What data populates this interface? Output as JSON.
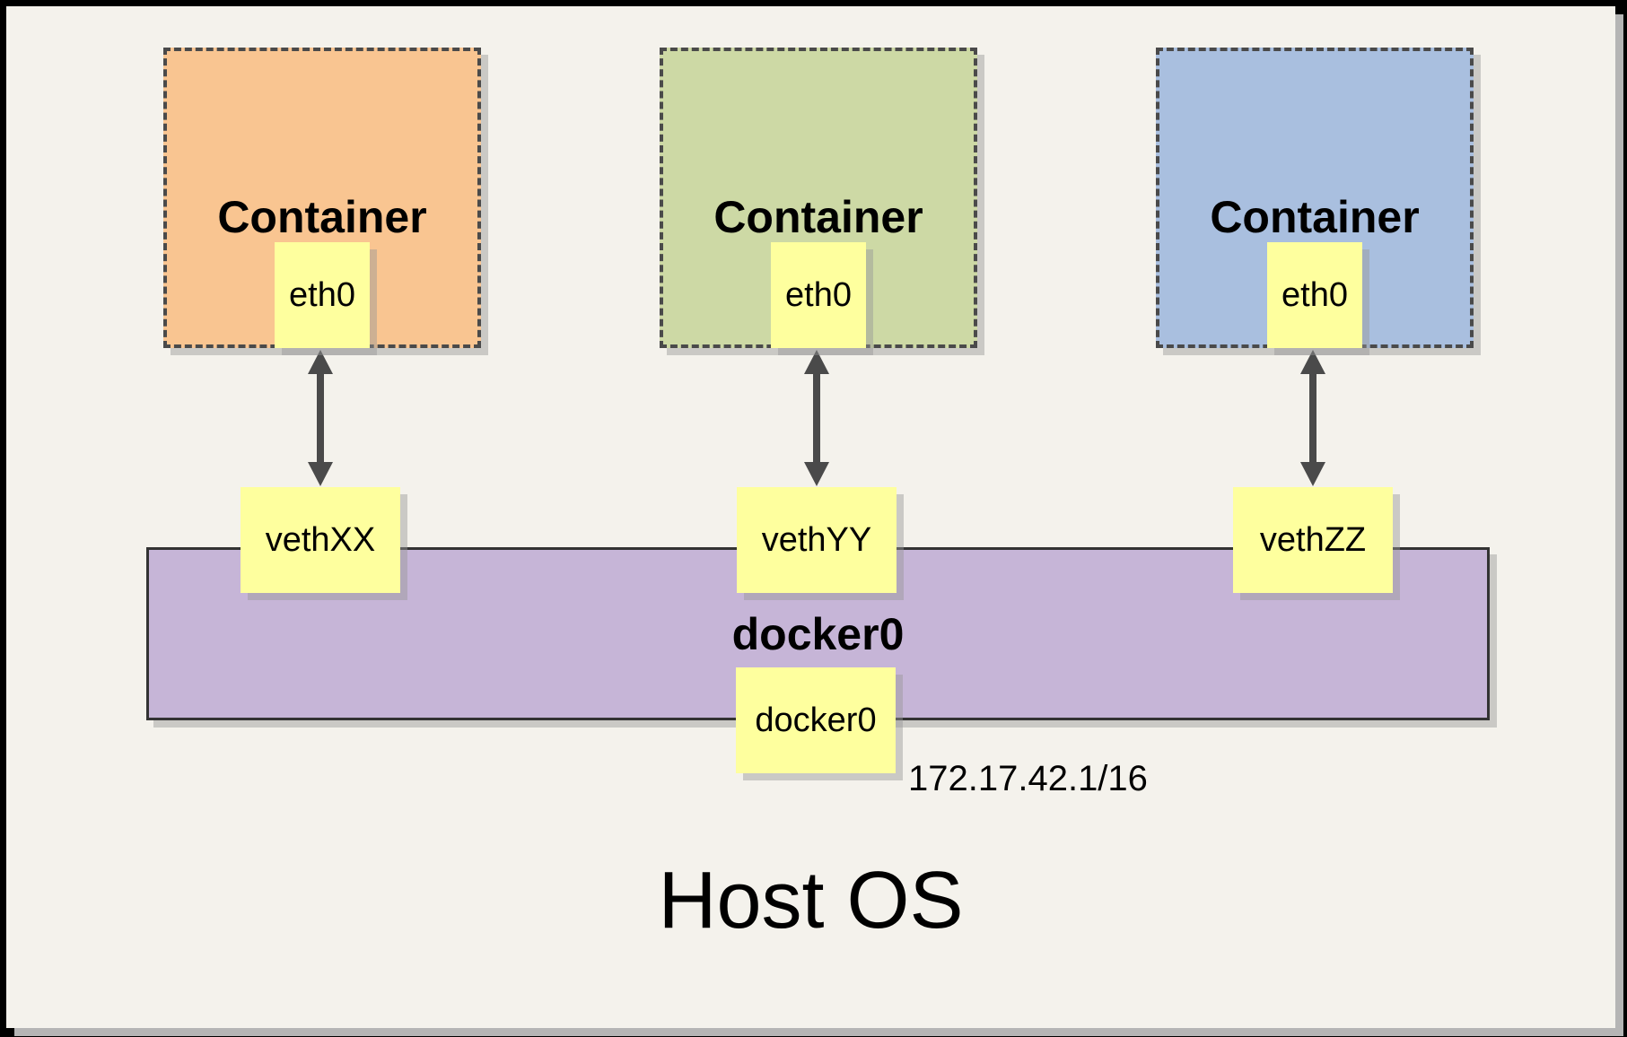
{
  "containers": [
    {
      "label": "Container",
      "eth_label": "eth0",
      "veth_label": "vethXX",
      "fill": "#f9c591"
    },
    {
      "label": "Container",
      "eth_label": "eth0",
      "veth_label": "vethYY",
      "fill": "#cdd9a5"
    },
    {
      "label": "Container",
      "eth_label": "eth0",
      "veth_label": "vethZZ",
      "fill": "#a9bfdf"
    }
  ],
  "bridge": {
    "label": "docker0",
    "interface_label": "docker0",
    "ip": "172.17.42.1/16",
    "fill": "#c6b5d7"
  },
  "host": {
    "label": "Host OS"
  },
  "palette": {
    "canvas_background": "#f4f2ec",
    "note_yellow": "#feff9e",
    "arrow_gray": "#4a4a4a",
    "frame_black": "#000000",
    "card_shadow_gray": "#b5b5b5"
  }
}
